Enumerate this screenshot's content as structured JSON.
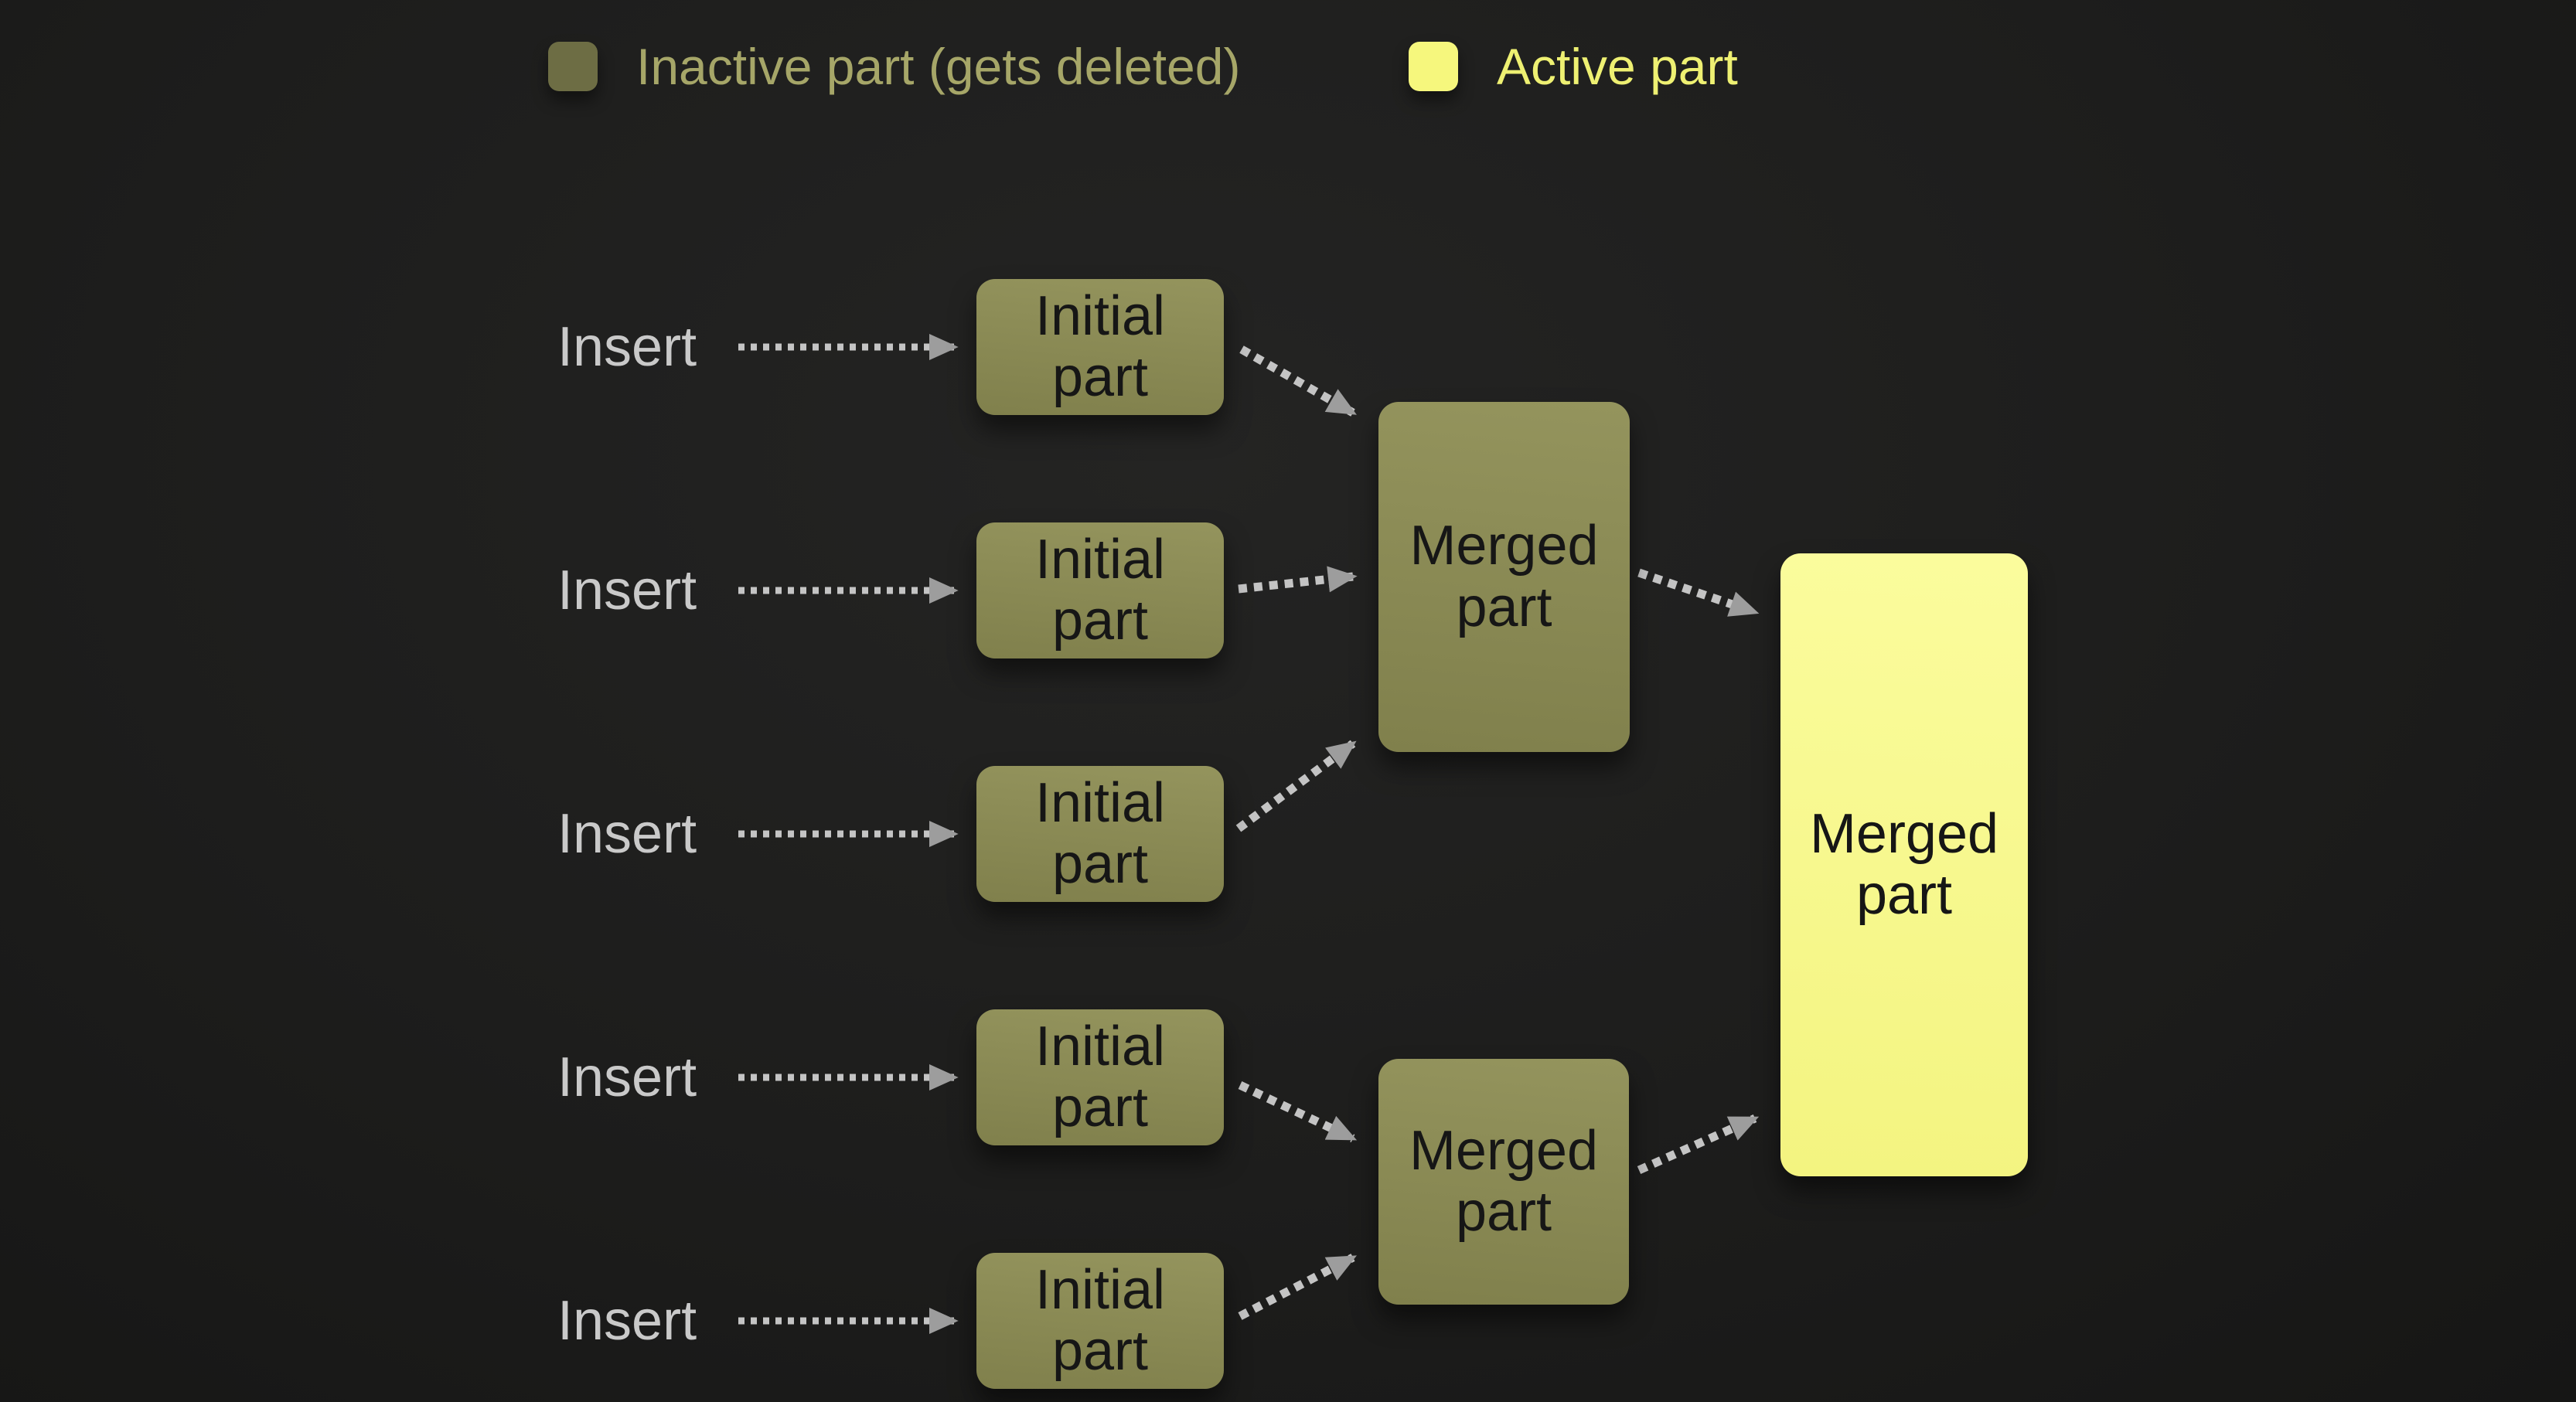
{
  "legend": {
    "inactive": {
      "label": "Inactive part (gets deleted)",
      "swatch_color": "#6d6d44",
      "text_color": "#a6a668"
    },
    "active": {
      "label": "Active part",
      "swatch_color": "#f6f77d",
      "text_color": "#eef072"
    }
  },
  "diagram": {
    "rows": [
      {
        "insert": "Insert",
        "box": "Initial part"
      },
      {
        "insert": "Insert",
        "box": "Initial part"
      },
      {
        "insert": "Insert",
        "box": "Initial part"
      },
      {
        "insert": "Insert",
        "box": "Initial part"
      },
      {
        "insert": "Insert",
        "box": "Initial part"
      }
    ],
    "merged_boxes": [
      {
        "label": "Merged part",
        "state": "inactive"
      },
      {
        "label": "Merged part",
        "state": "inactive"
      },
      {
        "label": "Merged part",
        "state": "active"
      }
    ]
  },
  "colors": {
    "background": "#1d1d1c",
    "inactive_fill": "#8a8a54",
    "active_fill": "#f8f98c",
    "insert_text": "#c9c9c9",
    "box_text": "#161616",
    "arrow_dash": "#c4c4c4",
    "arrow_head": "#9d9d9d"
  }
}
